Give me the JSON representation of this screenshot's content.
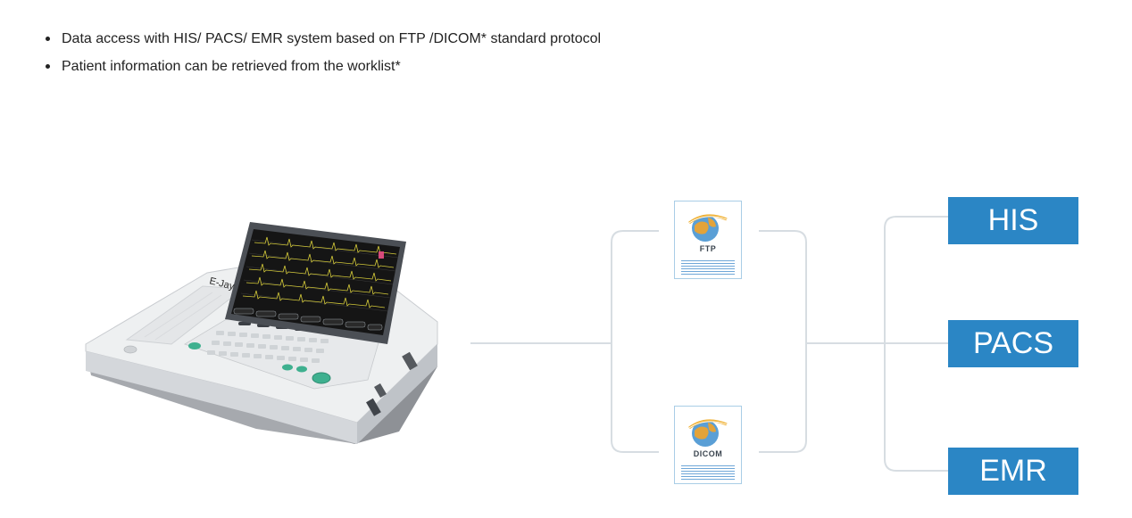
{
  "bullets": [
    "Data access with HIS/ PACS/ EMR system based on FTP /DICOM*  standard protocol",
    "Patient information can be retrieved from the worklist*"
  ],
  "device": {
    "brand_text": "E-Jay"
  },
  "protocols": {
    "ftp": "FTP",
    "dicom": "DICOM"
  },
  "systems": {
    "his": "HIS",
    "pacs": "PACS",
    "emr": "EMR"
  },
  "colors": {
    "system_box": "#2b86c5",
    "connector": "#d7dde2",
    "card_border": "#a9cde6"
  }
}
